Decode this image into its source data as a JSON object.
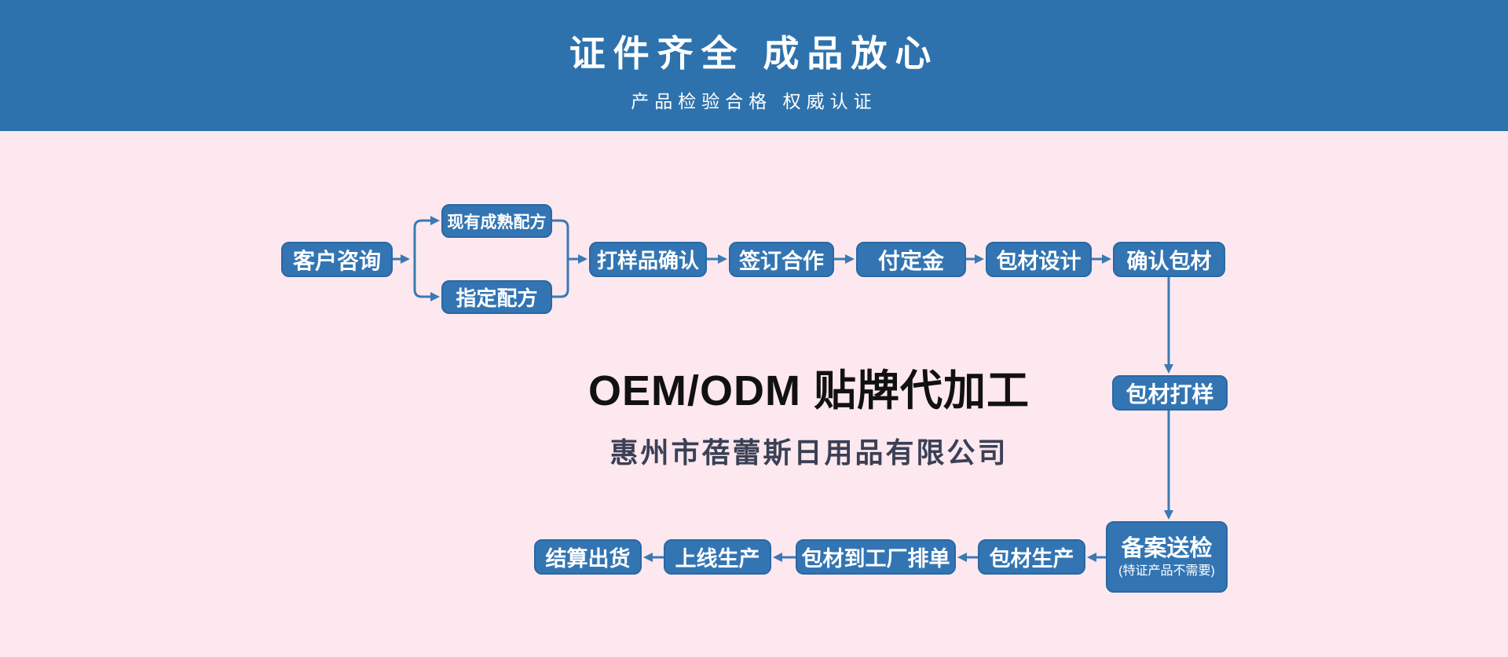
{
  "hero": {
    "title": "证件齐全 成品放心",
    "subtitle": "产品检验合格 权威认证"
  },
  "brand": {
    "title": "OEM/ODM 贴牌代加工",
    "company": "惠州市蓓蕾斯日用品有限公司"
  },
  "flow": {
    "nodes": [
      {
        "id": "customer-consultation",
        "label": "客户咨询"
      },
      {
        "id": "existing-formula",
        "label": "现有成熟配方"
      },
      {
        "id": "designated-formula",
        "label": "指定配方"
      },
      {
        "id": "sample-confirmation",
        "label": "打样品确认"
      },
      {
        "id": "sign-cooperation",
        "label": "签订合作"
      },
      {
        "id": "pay-deposit",
        "label": "付定金"
      },
      {
        "id": "packaging-design",
        "label": "包材设计"
      },
      {
        "id": "confirm-packaging",
        "label": "确认包材"
      },
      {
        "id": "packaging-sample",
        "label": "包材打样"
      },
      {
        "id": "filing-inspection",
        "label": "备案送检",
        "sublabel": "(特证产品不需要)"
      },
      {
        "id": "packaging-production",
        "label": "包材生产"
      },
      {
        "id": "packaging-to-factory",
        "label": "包材到工厂排单"
      },
      {
        "id": "start-production",
        "label": "上线生产"
      },
      {
        "id": "settle-ship",
        "label": "结算出货"
      }
    ]
  },
  "colors": {
    "header_background": "#2E72AD",
    "page_background": "#FCE8EE",
    "node_fill": "#3375B3",
    "node_border": "#2A67A6",
    "connector": "#3B79B5",
    "node_text": "#FFFFFF",
    "brand_title_text": "#111111",
    "company_text": "#3A4055"
  }
}
